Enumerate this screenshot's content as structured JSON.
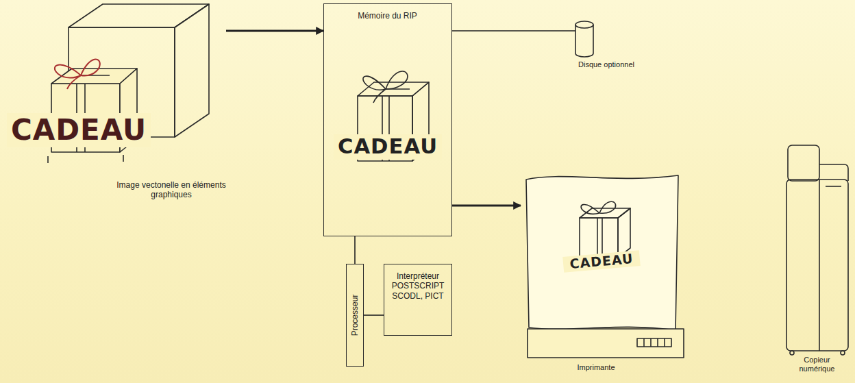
{
  "diagram": {
    "nodes": [
      {
        "text": [
          "CADEAU",
          "Image vectonelle en éléments graphiques"
        ]
      },
      {
        "text": [
          "Mémoire du RIP",
          "CADEAU"
        ]
      },
      {
        "text": [
          "Disque optionnel"
        ]
      },
      {
        "text": [
          "Processeur"
        ]
      },
      {
        "text": [
          "Interpréteur POSTSCRIPT SCODL, PICT"
        ]
      },
      {
        "text": [
          "CADEAU",
          "Imprimante"
        ]
      },
      {
        "text": [
          "Copieur numérique"
        ]
      }
    ],
    "edges": [
      {
        "from": 0,
        "to": 1,
        "arrow": "to"
      },
      {
        "from": 1,
        "to": 2,
        "arrow": "none"
      },
      {
        "from": 1,
        "to": 3,
        "arrow": "none"
      },
      {
        "from": 3,
        "to": 4,
        "arrow": "none"
      },
      {
        "from": 1,
        "to": 5,
        "arrow": "to"
      }
    ]
  }
}
